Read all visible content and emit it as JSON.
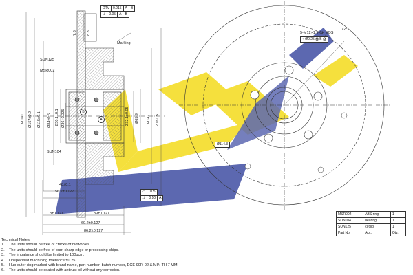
{
  "frames": {
    "dtv": [
      "DTV",
      "0.015",
      "A",
      "B"
    ],
    "perp_top": [
      "⊥",
      "0.05",
      "A",
      "B"
    ],
    "flat": [
      "⏥",
      "0.05"
    ],
    "perp_bottom": [
      "⊥",
      "0.10",
      "A"
    ]
  },
  "labels": {
    "marking": "Marking",
    "sun125": "SUN125",
    "msr002": "MSR002",
    "sun104": "SUN104",
    "d160": "Ø160",
    "d157": "Ø157±0.9",
    "d115": "Ø115±0.1",
    "d84": "Ø84±0.5",
    "d50": "Ø50.1±0.1",
    "d36": "Ø36+0.025",
    "d32": "Ø32.1±0.05",
    "d65": "Ø65.9",
    "d147": "Ø147",
    "d161": "Ø161.5",
    "thick": "7.8",
    "thick2": "8.8",
    "d48": "48±0.1",
    "d562": "56.2±0.127",
    "d8": "8±0.127",
    "d39": "39±0.127",
    "d692": "69.2±0.127",
    "d862": "86.2±0.127",
    "bolt": "5-M12×1.5-6H EQS",
    "bolt_pos": "⌖ Ø0.25 Ⓜ B Ⓜ",
    "angle": "72°",
    "pcd": "Ø114.3",
    "datum_a": "A",
    "datum_b": "B"
  },
  "notes": {
    "title": "Technical Notes",
    "items": [
      {
        "num": "1.",
        "text": "The units should be free of cracks or blowholes."
      },
      {
        "num": "2.",
        "text": "The units should be free of burr, sharp edge or processing chips."
      },
      {
        "num": "3.",
        "text": "The imbalance should be limited to 100gcm."
      },
      {
        "num": "4.",
        "text": "Unspecified machining tolerance ±0.25."
      },
      {
        "num": "5.",
        "text": "Hub outer ring marked with brand name, part number, batch number, ECE 90R-02 & MIN TH 7 MM."
      },
      {
        "num": "6.",
        "text": "The units should be coated with antirust oil without any corrosion."
      }
    ]
  },
  "parts_table": {
    "rows": [
      [
        "MSR002",
        "ABS ring",
        "1"
      ],
      [
        "SUN104",
        "bearing",
        "1"
      ],
      [
        "SUN125",
        "circlip",
        "1"
      ],
      [
        "Part No.",
        "Acc.",
        "Qty."
      ]
    ]
  },
  "colors": {
    "line": "#333333",
    "logo_yellow": "#f4dd28",
    "logo_blue": "#4a57a8",
    "hatch": "#555555"
  }
}
